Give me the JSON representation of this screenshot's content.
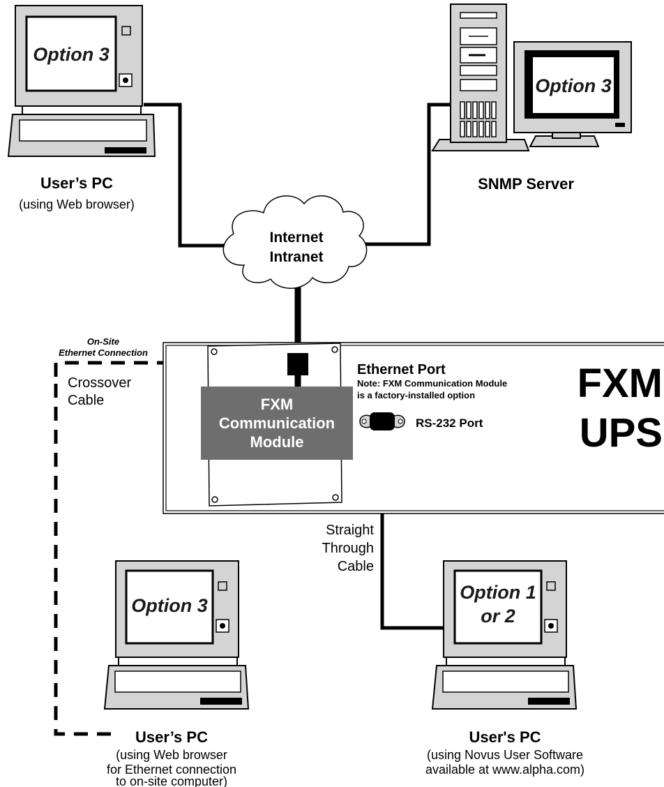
{
  "nodes": {
    "pc_top_left": {
      "screen": "Option 3",
      "title": "User’s PC",
      "subtitle": "(using Web browser)"
    },
    "snmp_server": {
      "screen": "Option 3",
      "title": "SNMP Server"
    },
    "cloud": {
      "line1": "Internet",
      "line2": "Intranet"
    },
    "ups": {
      "line1": "FXM",
      "line2": "UPS",
      "ethernet_port": "Ethernet Port",
      "note_line1": "Note: FXM Communication Module",
      "note_line2": "is a factory-installed option",
      "rs232_port": "RS-232 Port"
    },
    "module": {
      "line1": "FXM",
      "line2": "Communication",
      "line3": "Module"
    },
    "pc_bottom_left": {
      "screen": "Option 3",
      "title": "User’s PC",
      "sub1": "(using Web browser",
      "sub2": "for Ethernet connection",
      "sub3": "to on-site computer)"
    },
    "pc_bottom_right": {
      "screen_line1": "Option 1",
      "screen_line2": "or 2",
      "title": "User's PC",
      "sub1": "(using Novus User Software",
      "sub2": "available at www.alpha.com)"
    }
  },
  "connections": {
    "onsite_line1": "On-Site",
    "onsite_line2": "Ethernet Connection",
    "crossover_line1": "Crossover",
    "crossover_line2": "Cable",
    "straight_line1": "Straight",
    "straight_line2": "Through",
    "straight_line3": "Cable"
  }
}
